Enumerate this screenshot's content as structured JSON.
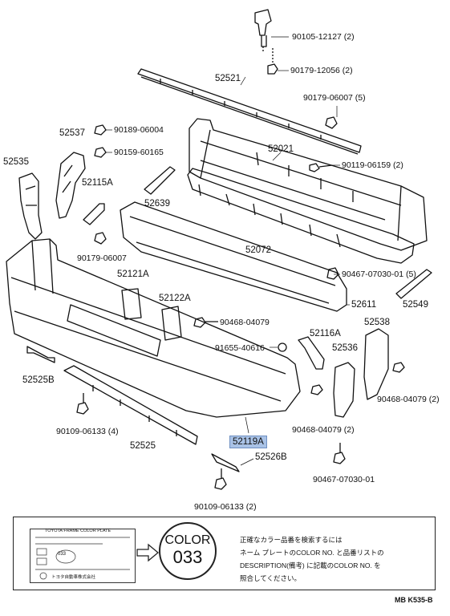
{
  "part_labels": [
    "90105-12127 (2)",
    "90179-12056 (2)",
    "52521",
    "90179-06007 (5)",
    "52537",
    "90189-06004",
    "90159-60165",
    "52021",
    "90119-06159 (2)",
    "52535",
    "52115A",
    "52639",
    "52072",
    "90179-06007",
    "90467-07030-01 (5)",
    "52121A",
    "52611",
    "52549",
    "52122A",
    "90468-04079",
    "52116A",
    "52538",
    "91655-40616",
    "52536",
    "52525B",
    "90468-04079 (2)",
    "90109-06133 (4)",
    "90468-04079 (2)",
    "52119A",
    "52525",
    "52526B",
    "90467-07030-01",
    "90109-06133 (2)"
  ],
  "highlighted_part": "52119A",
  "note": {
    "plate_head": "TOYOTA FRAME COLOR PLATE",
    "plate_code": "033",
    "plate_maker": "トヨタ自動車株式会社",
    "color_word": "COLOR",
    "color_code": "033",
    "lines": [
      "正確なカラー品番を検索するには",
      "ネーム プレートのCOLOR NO. と品番リストの",
      "DESCRIPTION(備考) に記載のCOLOR NO. を",
      "照合してください。"
    ]
  },
  "diagram_code": "MB  K535-B"
}
